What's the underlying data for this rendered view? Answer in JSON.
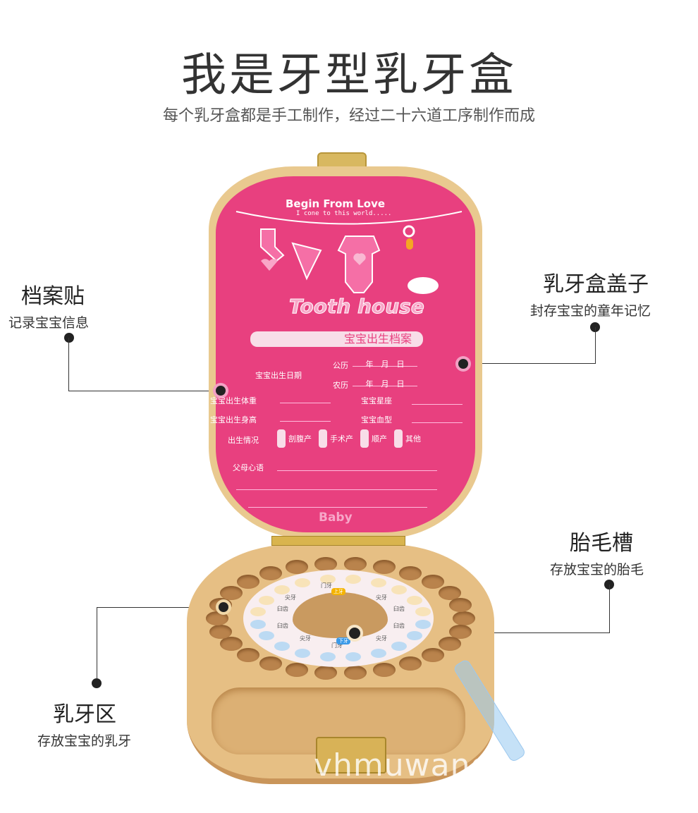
{
  "header": {
    "title": "我是牙型乳牙盒",
    "subtitle": "每个乳牙盒都是手工制作，经过二十六道工序制作而成"
  },
  "callouts": {
    "sticker": {
      "title": "档案贴",
      "desc": "记录宝宝信息"
    },
    "lid": {
      "title": "乳牙盒盖子",
      "desc": "封存宝宝的童年记忆"
    },
    "hair": {
      "title": "胎毛槽",
      "desc": "存放宝宝的胎毛"
    },
    "teeth": {
      "title": "乳牙区",
      "desc": "存放宝宝的乳牙"
    }
  },
  "card": {
    "headline": "Begin From Love",
    "tagline": "I cone to this world.....",
    "logo": "Tooth house",
    "banner": "宝宝出生档案",
    "birth_date": "宝宝出生日期",
    "solar": "公历",
    "lunar": "农历",
    "ymd": "年　月　日",
    "weight": "宝宝出生体重",
    "height": "宝宝出生身高",
    "zodiac": "宝宝星座",
    "blood": "宝宝血型",
    "birth_type": "出生情况",
    "options": [
      "剖腹产",
      "手术产",
      "顺产",
      "其他"
    ],
    "parents": "父母心语",
    "footer": "Baby"
  },
  "tooth_chart": {
    "incisor": "门牙",
    "canine": "尖牙",
    "molar": "臼齿",
    "upper": "上牙",
    "lower": "下牙"
  },
  "watermark": "vhmuwang",
  "colors": {
    "pink": "#e8407f",
    "wood": "#e6bf84"
  }
}
